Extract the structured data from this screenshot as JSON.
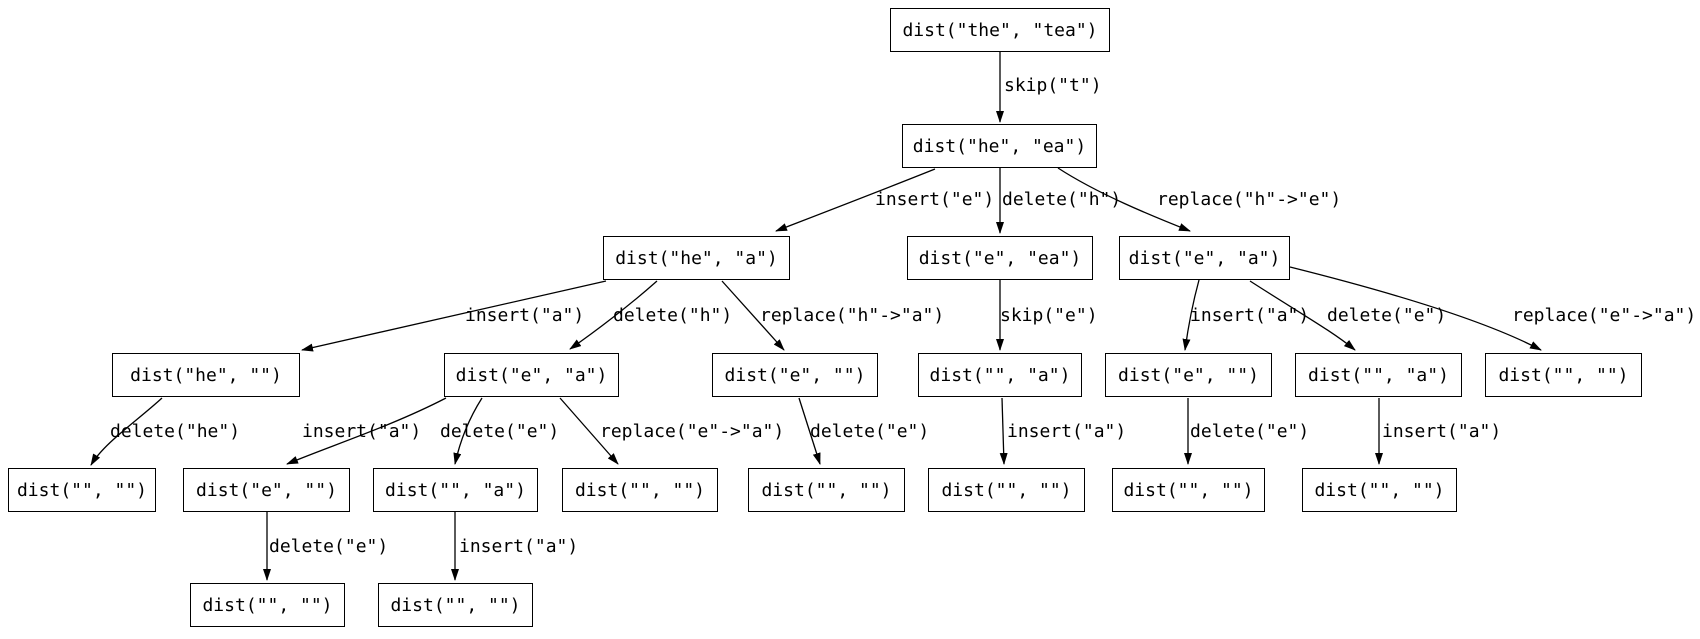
{
  "colors": {
    "background": "#ffffff",
    "node_fill": "#ffffff",
    "node_border": "#000000",
    "edge": "#000000",
    "text": "#000000"
  },
  "nodes": [
    {
      "label": "dist(\"the\", \"tea\")"
    },
    {
      "label": "dist(\"he\", \"ea\")"
    },
    {
      "label": "dist(\"he\", \"a\")"
    },
    {
      "label": "dist(\"e\", \"ea\")"
    },
    {
      "label": "dist(\"e\", \"a\")"
    },
    {
      "label": "dist(\"he\", \"\")"
    },
    {
      "label": "dist(\"e\", \"a\")"
    },
    {
      "label": "dist(\"e\", \"\")"
    },
    {
      "label": "dist(\"\", \"a\")"
    },
    {
      "label": "dist(\"e\", \"\")"
    },
    {
      "label": "dist(\"\", \"a\")"
    },
    {
      "label": "dist(\"\", \"\")"
    },
    {
      "label": "dist(\"\", \"\")"
    },
    {
      "label": "dist(\"e\", \"\")"
    },
    {
      "label": "dist(\"\", \"a\")"
    },
    {
      "label": "dist(\"\", \"\")"
    },
    {
      "label": "dist(\"\", \"\")"
    },
    {
      "label": "dist(\"\", \"\")"
    },
    {
      "label": "dist(\"\", \"\")"
    },
    {
      "label": "dist(\"\", \"\")"
    },
    {
      "label": "dist(\"\", \"\")"
    },
    {
      "label": "dist(\"\", \"\")"
    }
  ],
  "edges": [
    {
      "from": 0,
      "to": 1,
      "label": "skip(\"t\")"
    },
    {
      "from": 1,
      "to": 2,
      "label": "insert(\"e\")"
    },
    {
      "from": 1,
      "to": 3,
      "label": "delete(\"h\")"
    },
    {
      "from": 1,
      "to": 4,
      "label": "replace(\"h\"->\"e\")"
    },
    {
      "from": 2,
      "to": 5,
      "label": "insert(\"a\")"
    },
    {
      "from": 2,
      "to": 6,
      "label": "delete(\"h\")"
    },
    {
      "from": 2,
      "to": 7,
      "label": "replace(\"h\"->\"a\")"
    },
    {
      "from": 3,
      "to": 8,
      "label": "skip(\"e\")"
    },
    {
      "from": 4,
      "to": 9,
      "label": "insert(\"a\")"
    },
    {
      "from": 4,
      "to": 10,
      "label": "delete(\"e\")"
    },
    {
      "from": 4,
      "to": 11,
      "label": "replace(\"e\"->\"a\")"
    },
    {
      "from": 5,
      "to": 12,
      "label": "delete(\"he\")"
    },
    {
      "from": 6,
      "to": 13,
      "label": "insert(\"a\")"
    },
    {
      "from": 6,
      "to": 14,
      "label": "delete(\"e\")"
    },
    {
      "from": 6,
      "to": 15,
      "label": "replace(\"e\"->\"a\")"
    },
    {
      "from": 7,
      "to": 16,
      "label": "delete(\"e\")"
    },
    {
      "from": 8,
      "to": 17,
      "label": "insert(\"a\")"
    },
    {
      "from": 9,
      "to": 18,
      "label": "delete(\"e\")"
    },
    {
      "from": 10,
      "to": 19,
      "label": "insert(\"a\")"
    },
    {
      "from": 13,
      "to": 20,
      "label": "delete(\"e\")"
    },
    {
      "from": 14,
      "to": 21,
      "label": "insert(\"a\")"
    }
  ]
}
